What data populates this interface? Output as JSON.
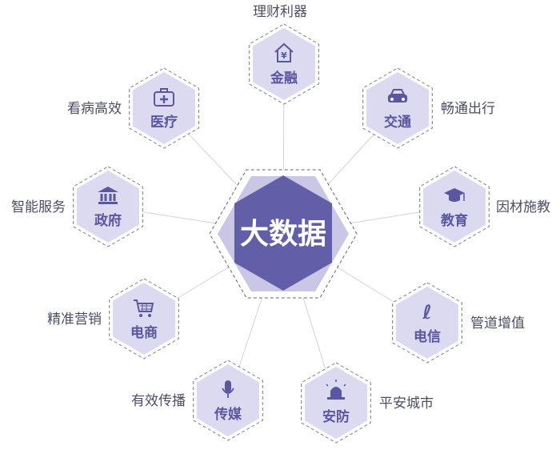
{
  "center": {
    "label": "大数据"
  },
  "colors": {
    "dark": "#625fa8",
    "light": "#dcdaf0",
    "mid": "#c9c6e6",
    "line": "#d4d4d8",
    "text": "#4a4e66",
    "accent": "#5a56a0"
  },
  "nodes": [
    {
      "id": "finance",
      "label": "金融",
      "caption": "理财利器",
      "icon": "house-yen-icon"
    },
    {
      "id": "transport",
      "label": "交通",
      "caption": "畅通出行",
      "icon": "car-icon"
    },
    {
      "id": "education",
      "label": "教育",
      "caption": "因材施教",
      "icon": "graduation-cap-icon"
    },
    {
      "id": "telecom",
      "label": "电信",
      "caption": "管道增值",
      "icon": "telecom-logo-icon"
    },
    {
      "id": "security",
      "label": "安防",
      "caption": "平安城市",
      "icon": "alarm-light-icon"
    },
    {
      "id": "media",
      "label": "传媒",
      "caption": "有效传播",
      "icon": "microphone-icon"
    },
    {
      "id": "ecommerce",
      "label": "电商",
      "caption": "精准营销",
      "icon": "shopping-cart-icon"
    },
    {
      "id": "government",
      "label": "政府",
      "caption": "智能服务",
      "icon": "government-building-icon"
    },
    {
      "id": "medical",
      "label": "医疗",
      "caption": "看病高效",
      "icon": "medical-kit-icon"
    }
  ]
}
